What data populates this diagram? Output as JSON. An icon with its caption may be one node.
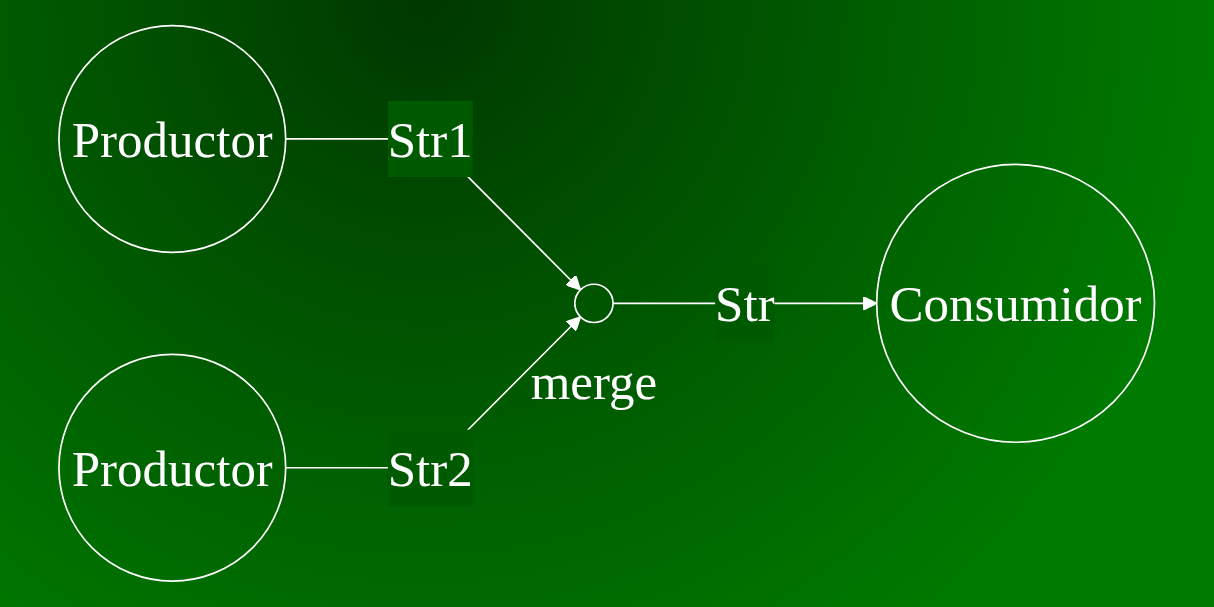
{
  "diagram": {
    "nodes": [
      {
        "text": [
          "Productor"
        ]
      },
      {
        "text": [
          "Productor"
        ]
      },
      {
        "text": [],
        "shape": "circle",
        "beside": [
          "merge"
        ]
      },
      {
        "text": [
          "Consumidor"
        ]
      }
    ],
    "edges": [
      {
        "from": 0,
        "to": 2,
        "arrow": "to",
        "label": "Str1"
      },
      {
        "from": 1,
        "to": 2,
        "arrow": "to",
        "label": "Str2"
      },
      {
        "from": 2,
        "to": 3,
        "arrow": "to",
        "label": "Str"
      }
    ]
  }
}
